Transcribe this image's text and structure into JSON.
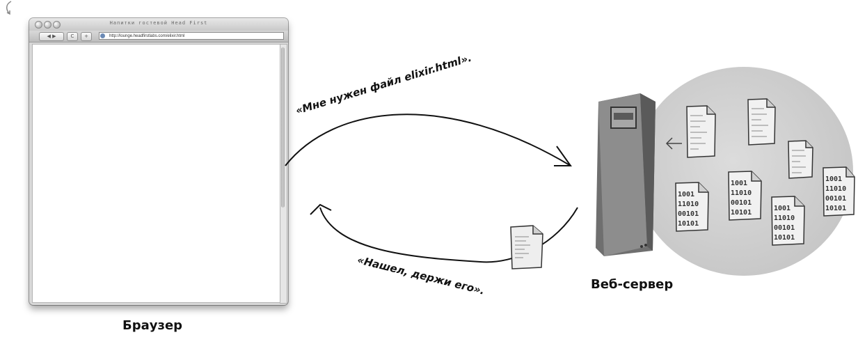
{
  "browser": {
    "title": "Напитки гостевой Head First",
    "back_label": "◀ ▶",
    "reload_label": "C",
    "add_label": "+",
    "url": "http://lounge.headfirstlabs.com/elixir.html"
  },
  "labels": {
    "browser": "Браузер",
    "server": "Веб-сервер"
  },
  "messages": {
    "request": "«Мне нужен файл elixir.html».",
    "response": "«Нашел, держи его»."
  },
  "binary_doc_text": [
    "1001",
    "11010",
    "00101",
    "10101"
  ]
}
